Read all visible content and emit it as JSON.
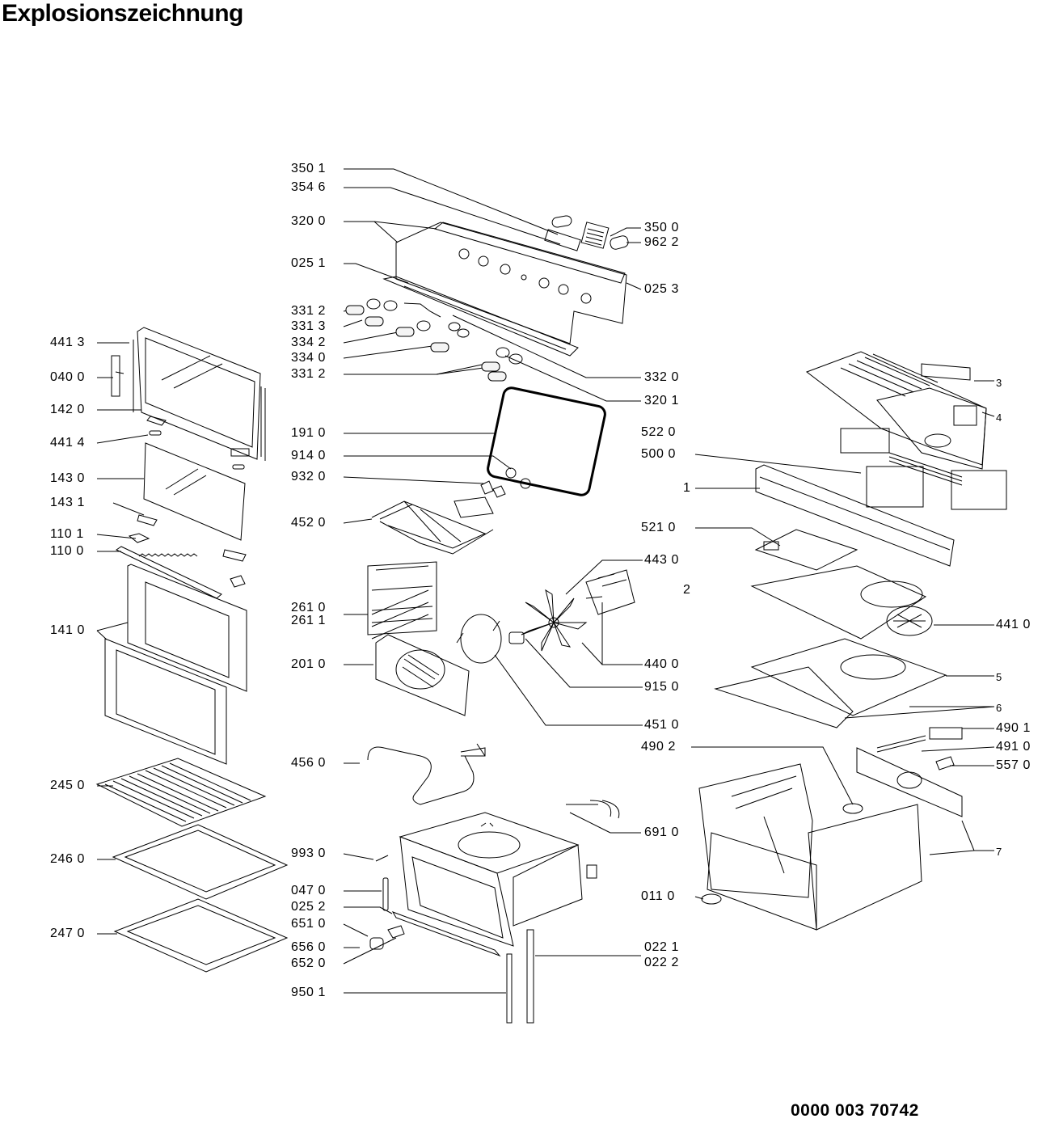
{
  "title": "Explosionszeichnung",
  "document_number": "0000 003 70742",
  "labels": {
    "l3501": "350 1",
    "l3546": "354 6",
    "l3200": "320 0",
    "l0251": "025 1",
    "l3312a": "331 2",
    "l3313": "331 3",
    "l3342": "334 2",
    "l3340": "334 0",
    "l3312b": "331 2",
    "l3500": "350 0",
    "l9622": "962 2",
    "l0253": "025 3",
    "l3320": "332 0",
    "l3201": "320 1",
    "l4413": "441 3",
    "l0400": "040 0",
    "l1420": "142 0",
    "l4414": "441 4",
    "l1430": "143 0",
    "l1431": "143 1",
    "l1101": "110 1",
    "l1100": "110 0",
    "l1410": "141 0",
    "l2450": "245 0",
    "l2460": "246 0",
    "l2470": "247 0",
    "l1910": "191 0",
    "l9140": "914 0",
    "l9320": "932 0",
    "l4520": "452 0",
    "l2610": "261 0",
    "l2611": "261 1",
    "l2010": "201 0",
    "l4560": "456 0",
    "l9930": "993 0",
    "l0470": "047 0",
    "l0252": "025 2",
    "l6510": "651 0",
    "l6560": "656 0",
    "l6520": "652 0",
    "l9501": "950 1",
    "l5220": "522 0",
    "l5000": "500 0",
    "l1": "1",
    "l5210": "521 0",
    "l4430": "443 0",
    "l2": "2",
    "l4400": "440 0",
    "l9150": "915 0",
    "l4510": "451 0",
    "l4410": "441 0",
    "l5": "5",
    "l6": "6",
    "l4901": "490 1",
    "l4910": "491 0",
    "l5570": "557 0",
    "l4902": "490 2",
    "l7": "7",
    "l6910": "691 0",
    "l0110": "011 0",
    "l0221": "022 1",
    "l0222": "022 2",
    "l3": "3",
    "l4": "4"
  }
}
